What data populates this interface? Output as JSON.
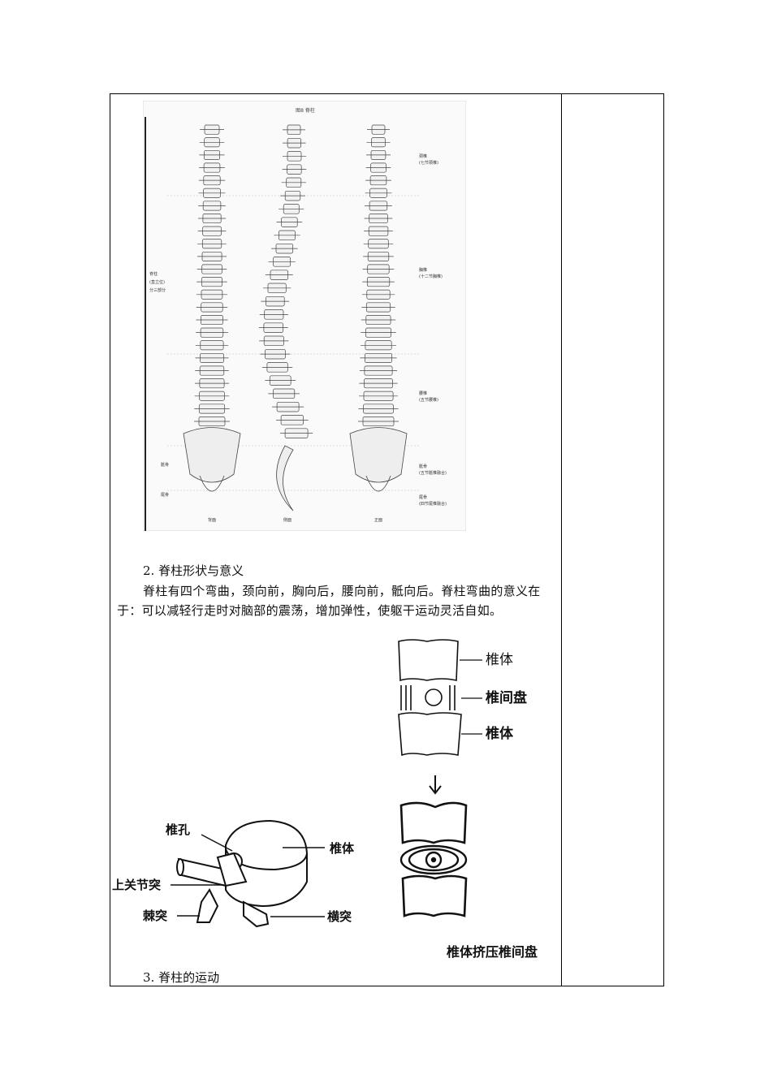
{
  "spine_figure": {
    "title": "图8 脊柱",
    "left_label": [
      "脊柱",
      "(直立位)",
      "分三部分"
    ],
    "left_small": [
      "骶骨",
      "尾骨"
    ],
    "right_labels": [
      {
        "name": "颈椎",
        "sub": "(七节颈椎)"
      },
      {
        "name": "胸椎",
        "sub": "(十二节胸椎)"
      },
      {
        "name": "腰椎",
        "sub": "(五节腰椎)"
      },
      {
        "name": "骶骨",
        "sub": "(五节骶椎融合)"
      },
      {
        "name": "尾骨",
        "sub": "(四节尾椎融合)"
      }
    ],
    "views": [
      "背面",
      "侧面",
      "正面"
    ]
  },
  "section2": {
    "heading": "2.  脊柱形状与意义",
    "paragraph": "脊柱有四个弯曲，颈向前，胸向后，腰向前，骶向后。脊柱弯曲的意义在于：可以减轻行走时对脑部的震荡，增加弹性，使躯干运动灵活自如。"
  },
  "disc_figure": {
    "label_top_body": "椎体",
    "label_disc": "椎间盘",
    "label_bottom_body": "椎体",
    "caption": "椎体挤压椎间盘"
  },
  "vertebra_figure": {
    "foramen": "椎孔",
    "body": "椎体",
    "superior_process": "上关节突",
    "spinous_process": "棘突",
    "transverse_process": "横突"
  },
  "section3": {
    "heading": "3.  脊柱的运动"
  }
}
